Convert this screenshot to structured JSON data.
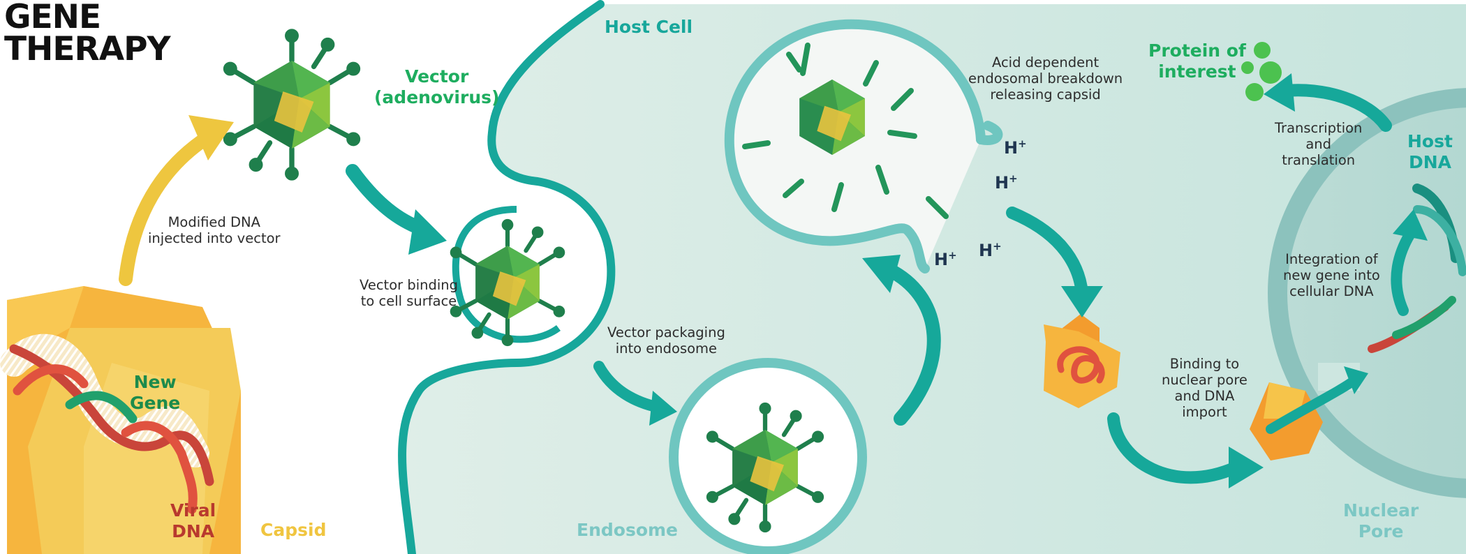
{
  "title": {
    "line1": "GENE",
    "line2": "THERAPY"
  },
  "labels": {
    "vector": "Vector",
    "vector_type": "(adenovirus)",
    "modified_dna": [
      "Modified DNA",
      "injected into vector"
    ],
    "host_cell": "Host Cell",
    "vector_binding": [
      "Vector binding",
      "to cell surface"
    ],
    "vector_packaging": [
      "Vector packaging",
      "into endosome"
    ],
    "acid_breakdown": [
      "Acid dependent",
      "endosomal breakdown",
      "releasing capsid"
    ],
    "proton": "H",
    "proton_sup": "+",
    "protein_of_interest": [
      "Protein of",
      "interest"
    ],
    "transcription": [
      "Transcription",
      "and",
      "translation"
    ],
    "host_dna": [
      "Host",
      "DNA"
    ],
    "integration": [
      "Integration of",
      "new gene into",
      "cellular DNA"
    ],
    "binding_nuclear_pore": [
      "Binding to",
      "nuclear pore",
      "and DNA",
      "import"
    ],
    "new_gene": [
      "New",
      "Gene"
    ],
    "viral_dna": [
      "Viral",
      "DNA"
    ],
    "capsid": "Capsid",
    "endosome": "Endosome",
    "nuclear_pore": [
      "Nuclear",
      "Pore"
    ]
  },
  "colors": {
    "cell_fill": "#d5ebe3",
    "membrane": "#17a79b",
    "endosome_ring": "#6fc6c0",
    "nucleus": "#8cc2bd",
    "arrow_teal": "#16a89a",
    "arrow_yellow": "#eec63f",
    "capsid_orange": "#f6b53e",
    "dna_red": "#e0523f",
    "gene_green": "#21a06c",
    "protein_green": "#4cc24f"
  }
}
